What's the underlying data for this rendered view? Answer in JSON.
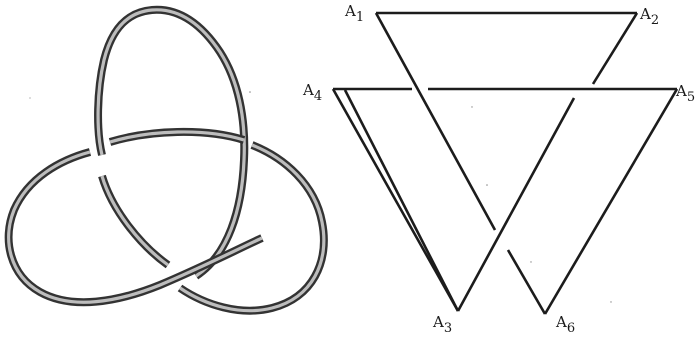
{
  "figure": {
    "left_panel": {
      "kind": "trefoil knot drawing"
    },
    "right_panel": {
      "kind": "polygonal knot drawing",
      "vertices": [
        {
          "id": "A1",
          "letter": "A",
          "index": "1"
        },
        {
          "id": "A2",
          "letter": "A",
          "index": "2"
        },
        {
          "id": "A3",
          "letter": "A",
          "index": "3"
        },
        {
          "id": "A4",
          "letter": "A",
          "index": "4"
        },
        {
          "id": "A5",
          "letter": "A",
          "index": "5"
        },
        {
          "id": "A6",
          "letter": "A",
          "index": "6"
        }
      ]
    }
  },
  "colors": {
    "background": "#ffffff",
    "ink": "#1c1c1c",
    "knot_tube_outline": "#333333",
    "knot_tube_fill": "#bdbdbd"
  }
}
